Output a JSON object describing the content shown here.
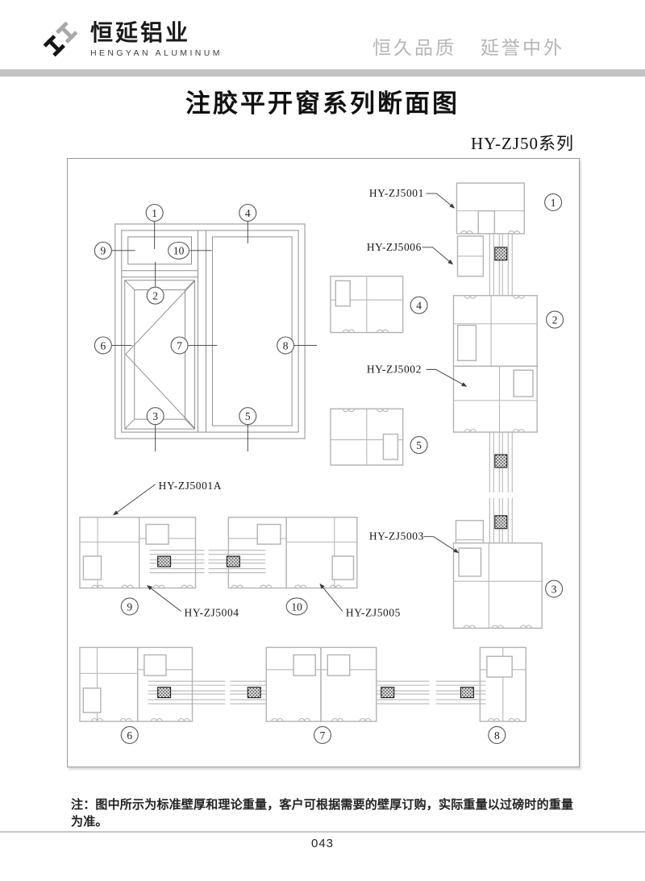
{
  "header": {
    "company_name": "恒延铝业",
    "company_name_en": "HENGYAN ALUMINUM",
    "slogan_left": "恒久品质",
    "slogan_right": "延誉中外"
  },
  "page": {
    "title": "注胶平开窗系列断面图",
    "series_label": "HY-ZJ50系列",
    "footnote": "注：图中所示为标准壁厚和理论重量，客户可根据需要的壁厚订购，实际重量以过磅时的重量为准。",
    "page_number": "043"
  },
  "diagram": {
    "profile_labels": {
      "hy_zj5001": "HY-ZJ5001",
      "hy_zj5006": "HY-ZJ5006",
      "hy_zj5002": "HY-ZJ5002",
      "hy_zj5003": "HY-ZJ5003",
      "hy_zj5001a": "HY-ZJ5001A",
      "hy_zj5004": "HY-ZJ5004",
      "hy_zj5005": "HY-ZJ5005"
    },
    "markers": {
      "m1": "1",
      "m2": "2",
      "m3": "3",
      "m4": "4",
      "m5": "5",
      "m6": "6",
      "m7": "7",
      "m8": "8",
      "m9": "9",
      "m10": "10"
    }
  },
  "colors": {
    "profile_line": "#b2b2b2",
    "drawing_line": "#8f8f8f",
    "leader_line": "#3a3a3a",
    "header_bar": "#c3c3c3",
    "slogan_gray": "#b5b5b5",
    "text": "#1a1a1a"
  }
}
